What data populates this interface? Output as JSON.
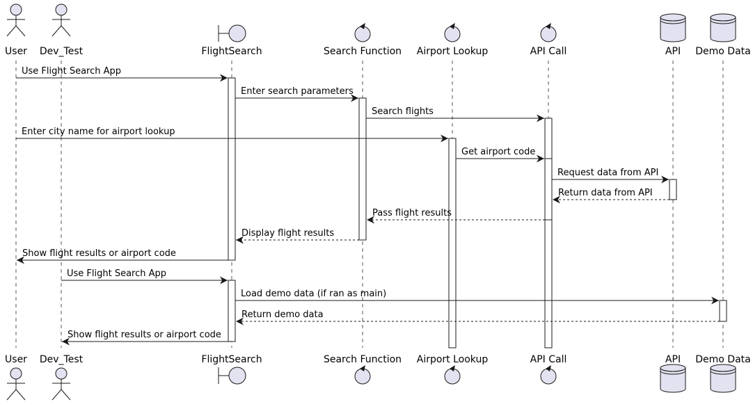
{
  "participants": [
    {
      "id": "user",
      "label": "User",
      "kind": "actor"
    },
    {
      "id": "dev",
      "label": "Dev_Test",
      "kind": "actor"
    },
    {
      "id": "flightsearch",
      "label": "FlightSearch",
      "kind": "boundary"
    },
    {
      "id": "searchfn",
      "label": "Search Function",
      "kind": "control"
    },
    {
      "id": "airport",
      "label": "Airport Lookup",
      "kind": "control"
    },
    {
      "id": "apicall",
      "label": "API Call",
      "kind": "control"
    },
    {
      "id": "api",
      "label": "API",
      "kind": "database"
    },
    {
      "id": "demo",
      "label": "Demo Data",
      "kind": "database"
    }
  ],
  "messages": [
    {
      "from": "user",
      "to": "flightsearch",
      "label": "Use Flight Search App",
      "style": "solid"
    },
    {
      "from": "flightsearch",
      "to": "searchfn",
      "label": "Enter search parameters",
      "style": "solid"
    },
    {
      "from": "searchfn",
      "to": "apicall",
      "label": "Search flights",
      "style": "solid"
    },
    {
      "from": "user",
      "to": "airport",
      "label": "Enter city name for airport lookup",
      "style": "solid"
    },
    {
      "from": "airport",
      "to": "apicall",
      "label": "Get airport code",
      "style": "solid"
    },
    {
      "from": "apicall",
      "to": "api",
      "label": "Request data from API",
      "style": "solid"
    },
    {
      "from": "api",
      "to": "apicall",
      "label": "Return data from API",
      "style": "dashed"
    },
    {
      "from": "apicall",
      "to": "searchfn",
      "label": "Pass flight results",
      "style": "dashed"
    },
    {
      "from": "searchfn",
      "to": "flightsearch",
      "label": "Display flight results",
      "style": "dashed"
    },
    {
      "from": "flightsearch",
      "to": "user",
      "label": "Show flight results or airport code",
      "style": "solid"
    },
    {
      "from": "dev",
      "to": "flightsearch",
      "label": "Use Flight Search App",
      "style": "solid"
    },
    {
      "from": "flightsearch",
      "to": "demo",
      "label": "Load demo data (if ran as main)",
      "style": "solid"
    },
    {
      "from": "demo",
      "to": "flightsearch",
      "label": "Return demo data",
      "style": "dashed"
    },
    {
      "from": "flightsearch",
      "to": "dev",
      "label": "Show flight results or airport code",
      "style": "solid"
    }
  ],
  "activations": [
    {
      "participant": "flightsearch",
      "from_message": 0,
      "to_message": 9
    },
    {
      "participant": "searchfn",
      "from_message": 1,
      "to_message": 8
    },
    {
      "participant": "apicall",
      "from_message": 2,
      "to_message": "end"
    },
    {
      "participant": "airport",
      "from_message": 3,
      "to_message": "end"
    },
    {
      "participant": "apicall",
      "from_message": 4,
      "to_message": 7
    },
    {
      "participant": "api",
      "from_message": 5,
      "to_message": 6
    },
    {
      "participant": "flightsearch",
      "from_message": 10,
      "to_message": 13
    },
    {
      "participant": "demo",
      "from_message": 11,
      "to_message": 12
    }
  ],
  "colors": {
    "participant_fill": "#E2E2F0",
    "line": "#181818",
    "lifeline": "#555555",
    "background": "#FFFFFF"
  }
}
